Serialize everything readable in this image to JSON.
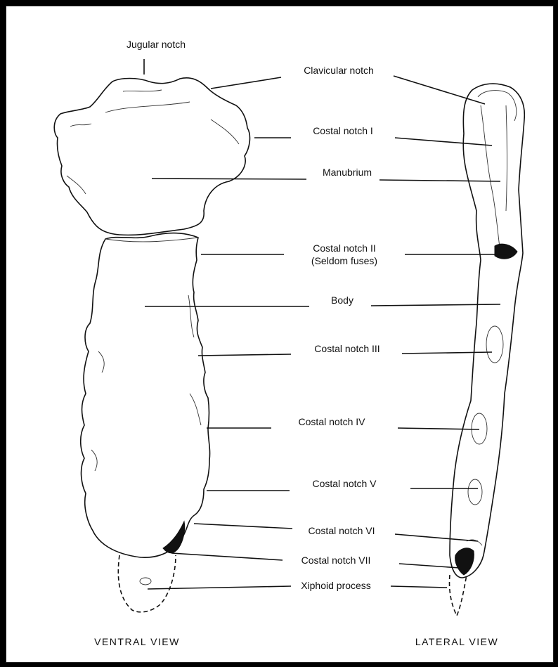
{
  "labels": {
    "jugular_notch": "Jugular notch",
    "clavicular_notch": "Clavicular notch",
    "costal_notch_1": "Costal notch I",
    "manubrium": "Manubrium",
    "costal_notch_2": "Costal notch II",
    "costal_notch_2_note": "(Seldom fuses)",
    "body": "Body",
    "costal_notch_3": "Costal notch III",
    "costal_notch_4": "Costal notch IV",
    "costal_notch_5": "Costal notch V",
    "costal_notch_6": "Costal notch VI",
    "costal_notch_7": "Costal notch VII",
    "xiphoid_process": "Xiphoid process"
  },
  "views": {
    "ventral": "VENTRAL VIEW",
    "lateral": "LATERAL VIEW"
  },
  "colors": {
    "frame": "#000000",
    "paper": "#ffffff",
    "ink": "#111111"
  }
}
